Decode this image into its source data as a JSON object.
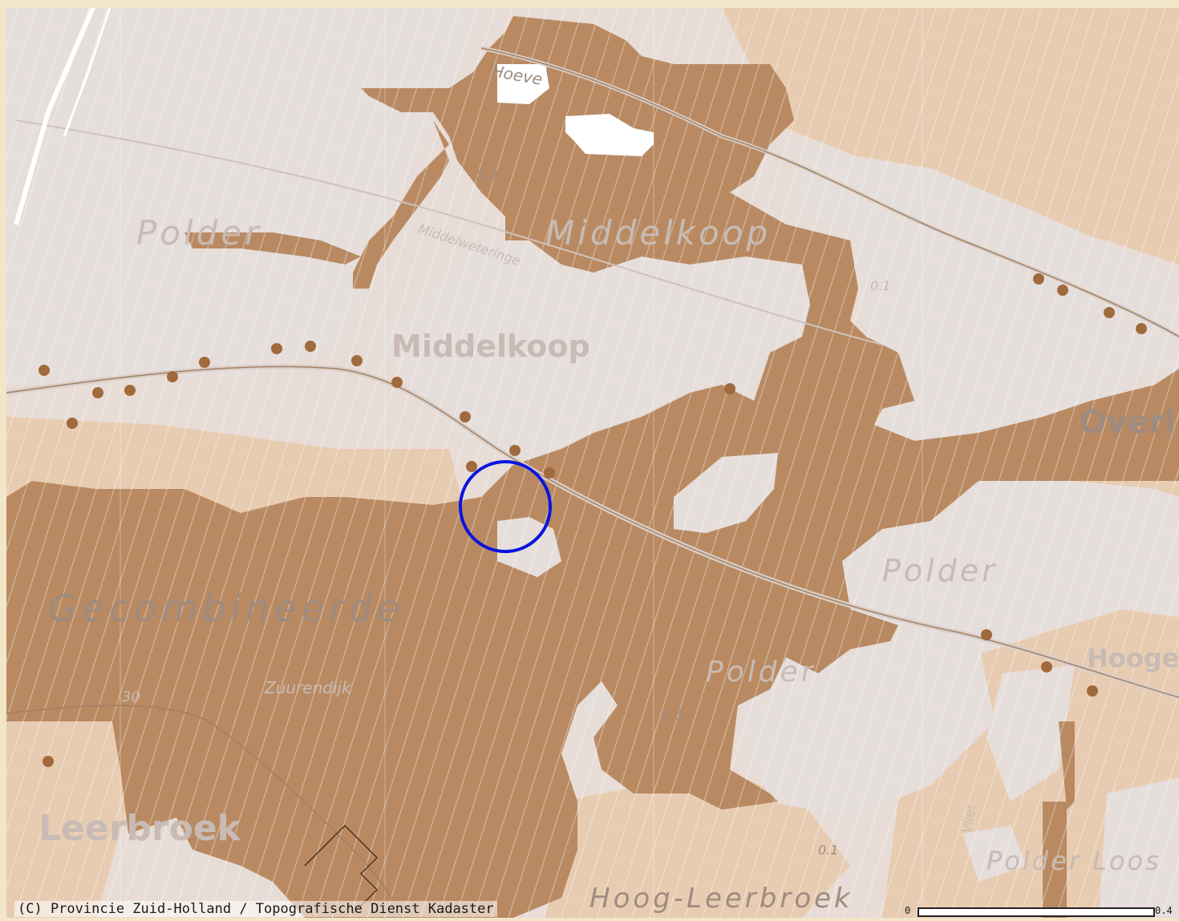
{
  "map": {
    "colors": {
      "background": "#e8dcd6",
      "light_zone": "#e5dedb",
      "mid_zone": "#e8ccb2",
      "dark_zone": "#b98a62",
      "frame": "#f3e6c8",
      "marker_circle": "#0a14e0",
      "tree_dot": "#a06a3c",
      "label_light": "#c8bbb5",
      "label_dark": "#9f8b7f"
    },
    "labels": {
      "middelkoop_polder": "Middelkoop",
      "middelkoop_village": "Middelkoop",
      "polder_west": "Polder",
      "gecombineerde": "Gecombineerde",
      "leerbroek": "Leerbroek",
      "hoog_leerbroek": "Hoog-Leerbroek",
      "polder_east": "Polder",
      "polder_mid": "Polder",
      "overi": "Overl",
      "hooge": "Hooge",
      "polder_loos": "Polder Loos",
      "middelweteringe": "Middelweteringe",
      "zuurendijk": "Zuurendijk",
      "vliet": "Vliet",
      "hoeve": "Hoeve",
      "spot_03": "0.3",
      "spot_01": "0.1",
      "spot_05": "0.5",
      "spot_30": "30",
      "spot_01b": "0.1"
    },
    "copyright": "(C) Provincie Zuid-Holland / Topografische Dienst Kadaster",
    "scale": {
      "start": "0",
      "end": "0.4"
    },
    "icons": {
      "marker": "location-marker-circle"
    }
  }
}
